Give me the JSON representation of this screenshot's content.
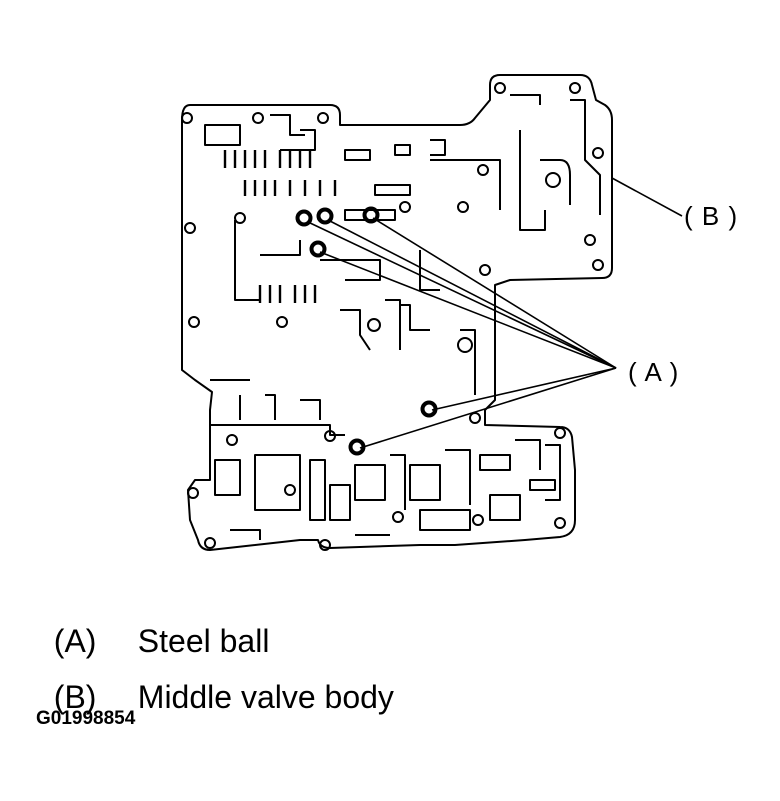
{
  "diagram": {
    "callouts": {
      "a": "( A )",
      "b": "( B )"
    },
    "legend": [
      {
        "key": "(A)",
        "text": "Steel ball"
      },
      {
        "key": "(B)",
        "text": "Middle valve body"
      }
    ],
    "figure_id": "G01998854"
  }
}
